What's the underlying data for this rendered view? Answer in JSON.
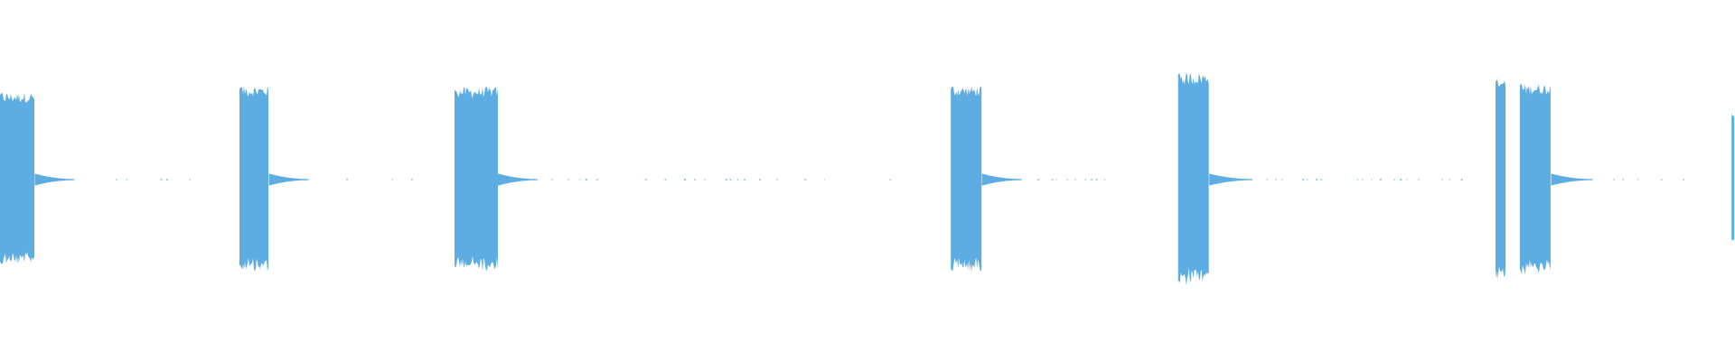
{
  "waveform": {
    "color": "#5dade2",
    "background": "#ffffff",
    "amplitude_range": [
      -1,
      1
    ],
    "time_range": [
      0,
      1
    ],
    "baseline_level": 0,
    "bursts": [
      {
        "start": 0.0,
        "end": 0.02,
        "peak": 0.78,
        "tail_end": 0.043
      },
      {
        "start": 0.138,
        "end": 0.155,
        "peak": 0.84,
        "tail_end": 0.178
      },
      {
        "start": 0.262,
        "end": 0.287,
        "peak": 0.83,
        "tail_end": 0.31
      },
      {
        "start": 0.548,
        "end": 0.566,
        "peak": 0.84,
        "tail_end": 0.589
      },
      {
        "start": 0.679,
        "end": 0.697,
        "peak": 0.96,
        "tail_end": 0.722
      },
      {
        "start": 0.862,
        "end": 0.868,
        "peak": 0.91,
        "tail_end": 0.868
      },
      {
        "start": 0.876,
        "end": 0.894,
        "peak": 0.86,
        "tail_end": 0.918
      },
      {
        "start": 0.998,
        "end": 1.0,
        "peak": 0.6,
        "tail_end": 1.0
      }
    ],
    "noise_dots": [
      [
        0.06,
        0.115
      ],
      [
        0.19,
        0.24
      ],
      [
        0.318,
        0.49
      ],
      [
        0.505,
        0.53
      ],
      [
        0.598,
        0.65
      ],
      [
        0.73,
        0.845
      ],
      [
        0.93,
        0.98
      ]
    ]
  }
}
